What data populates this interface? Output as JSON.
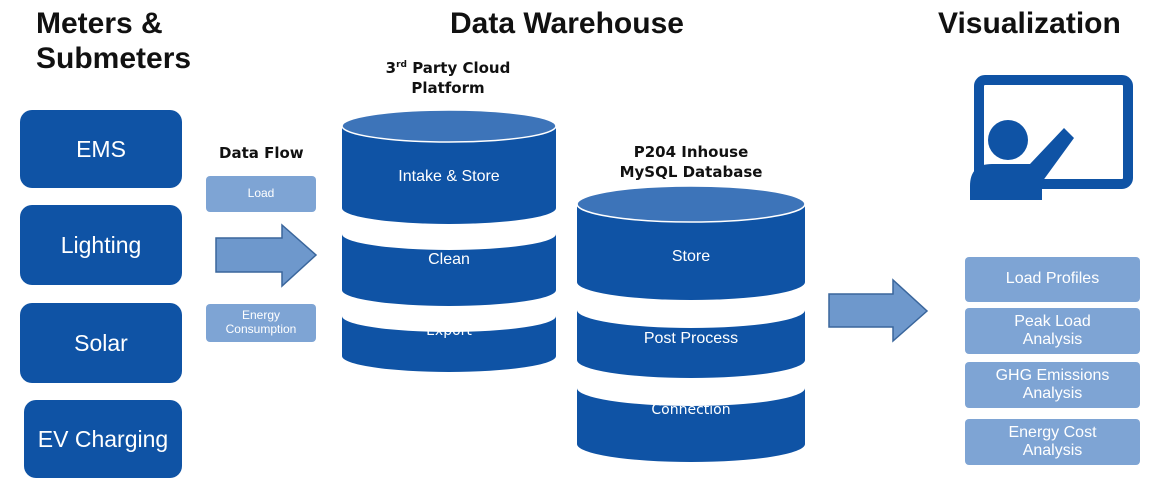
{
  "headings": {
    "meters_line1": "Meters &",
    "meters_line2": "Submeters",
    "warehouse": "Data Warehouse",
    "visualization": "Visualization"
  },
  "meters": [
    "EMS",
    "Lighting",
    "Solar",
    "EV Charging"
  ],
  "data_flow": {
    "title": "Data Flow",
    "load": "Load",
    "energy_line1": "Energy",
    "energy_line2": "Consumption"
  },
  "cloud": {
    "prefix": "3",
    "superscript": "rd",
    "title_rest": " Party Cloud",
    "title_line2": "Platform",
    "stages": [
      "Intake & Store",
      "Clean",
      "Export"
    ]
  },
  "mysql": {
    "title_line1": "P204 Inhouse",
    "title_line2": "MySQL Database",
    "stages": [
      "Store",
      "Post Process",
      "Connection"
    ]
  },
  "visualization": {
    "icon": "presentation-board-icon",
    "items": [
      [
        "Load Profiles"
      ],
      [
        "Peak Load",
        "Analysis"
      ],
      [
        "GHG Emissions",
        "Analysis"
      ],
      [
        "Energy Cost",
        "Analysis"
      ]
    ]
  },
  "colors": {
    "dark_blue": "#0F53A5",
    "top_ellipse": "#3D74B9",
    "light_blue": "#7EA4D4",
    "arrow_fill": "#6E98CC",
    "arrow_stroke": "#3A669C"
  }
}
